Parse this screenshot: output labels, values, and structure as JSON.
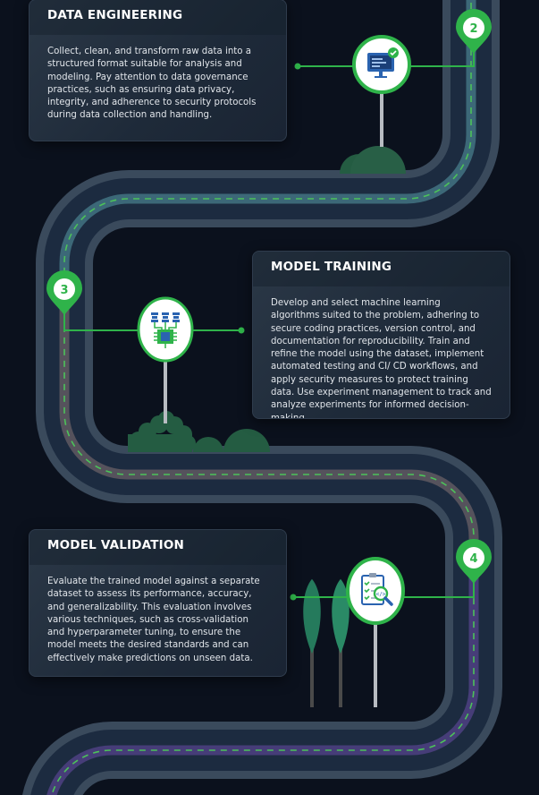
{
  "steps": [
    {
      "number": "2",
      "title": "DATA ENGINEERING",
      "description": "Collect, clean, and transform raw data into a structured format suitable for analysis and modeling. Pay attention to data governance practices, such as ensuring data privacy, integrity, and adherence to security protocols during data collection and handling.",
      "icon": "monitor-check-icon"
    },
    {
      "number": "3",
      "title": "MODEL TRAINING",
      "description": "Develop and select machine learning algorithms suited to the problem, adhering to secure coding practices, version control, and documentation for reproducibility. Train and refine the model using the dataset, implement automated testing and CI/ CD workflows, and apply security measures to protect training data. Use experiment management to track and analyze experiments for informed decision-making.",
      "icon": "neural-chip-icon"
    },
    {
      "number": "4",
      "title": "MODEL VALIDATION",
      "description": "Evaluate the trained model against a separate dataset to assess its performance, accuracy, and generalizability. This evaluation involves various techniques, such as cross-validation and hyperparameter tuning, to ensure the model meets the desired standards and can effectively make predictions on unseen data.",
      "icon": "clipboard-magnifier-icon"
    }
  ],
  "colors": {
    "background": "#0b111d",
    "accent_green": "#2fb34a",
    "road_border": "#3a4a5c",
    "road_surface": "#1c2b40",
    "lane_teal": "#3c6878",
    "lane_grey": "#55525c",
    "lane_purple": "#463d78"
  }
}
